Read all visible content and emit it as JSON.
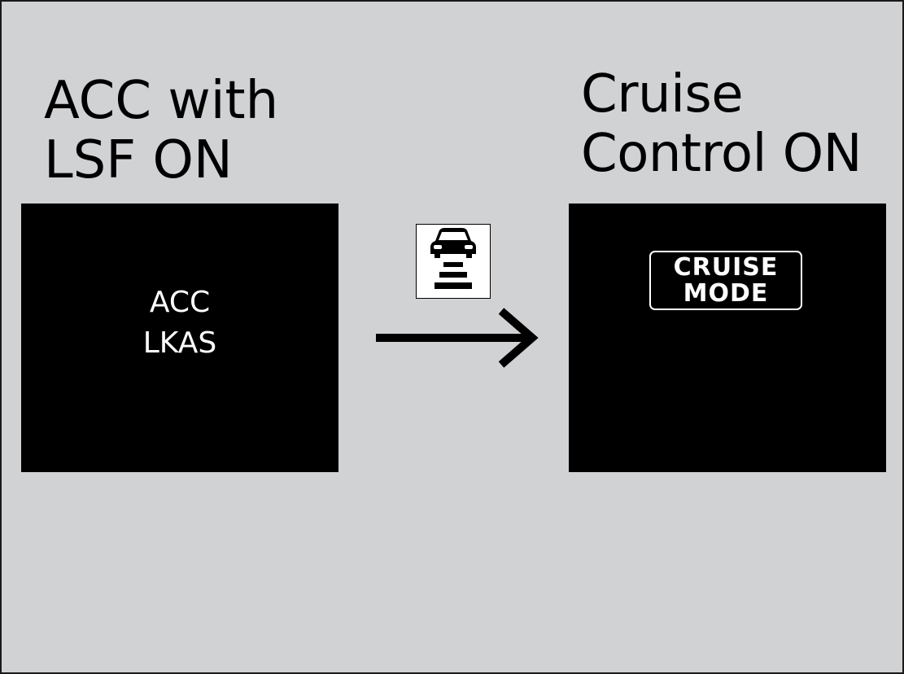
{
  "left_panel": {
    "heading_line1": "ACC with",
    "heading_line2": "LSF ON",
    "display_line1": "ACC",
    "display_line2": "LKAS"
  },
  "right_panel": {
    "heading_line1": "Cruise",
    "heading_line2": "Control ON",
    "badge_line1": "CRUISE",
    "badge_line2": "MODE"
  },
  "transition": {
    "icon": "low-speed-follow-car-icon",
    "arrow_icon": "right-arrow-icon"
  },
  "colors": {
    "background": "#d1d2d4",
    "screen": "#000000",
    "screen_text": "#ffffff",
    "heading_text": "#000000"
  }
}
